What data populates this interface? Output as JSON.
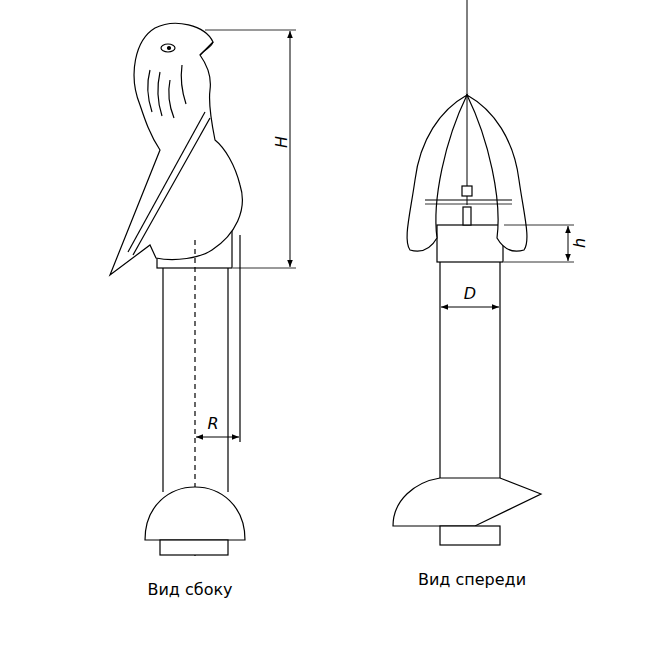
{
  "diagram": {
    "labels": [
      "H",
      "R",
      "D",
      "h",
      "Вид сбоку",
      "Вид спереди"
    ]
  }
}
